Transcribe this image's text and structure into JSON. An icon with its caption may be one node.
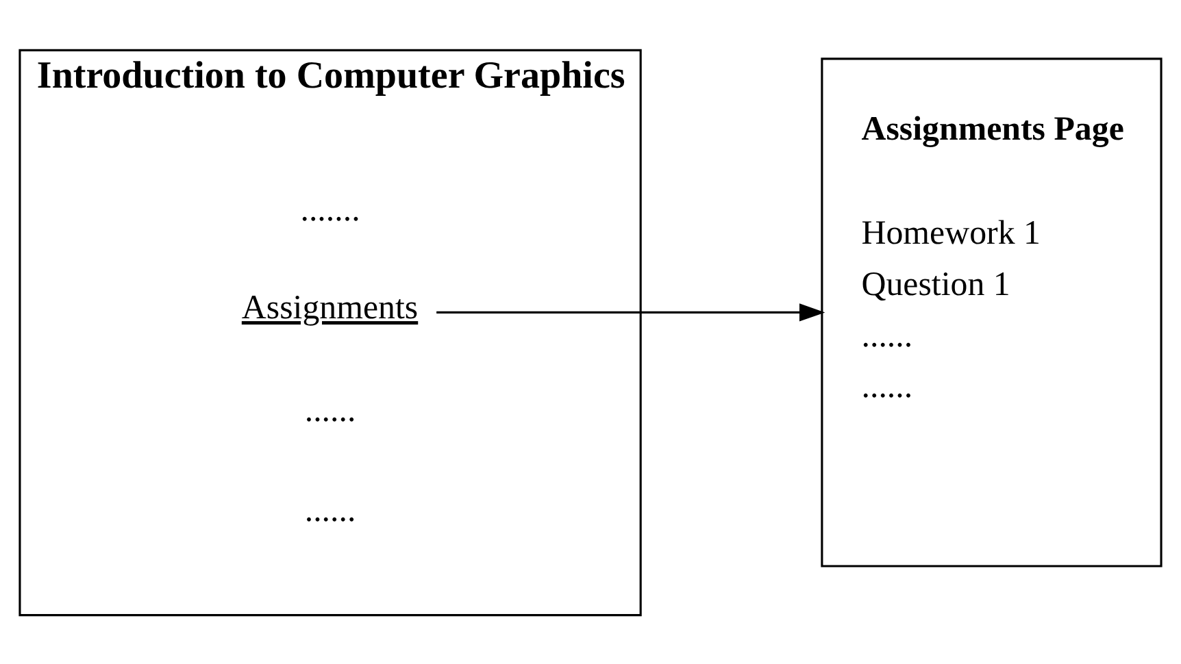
{
  "diagram": {
    "nodes": [
      {
        "text": [
          "Introduction to Computer Graphics"
        ]
      },
      {
        "text": [
          "Assignments"
        ],
        "in": 0
      },
      {
        "text": [
          "Assignments Page",
          "Homework 1",
          "Question 1",
          "......",
          "......"
        ]
      }
    ],
    "edges": [
      {
        "from": 1,
        "to": 2,
        "arrow": "to"
      }
    ],
    "labels": [
      ".......",
      "......",
      "......"
    ]
  }
}
